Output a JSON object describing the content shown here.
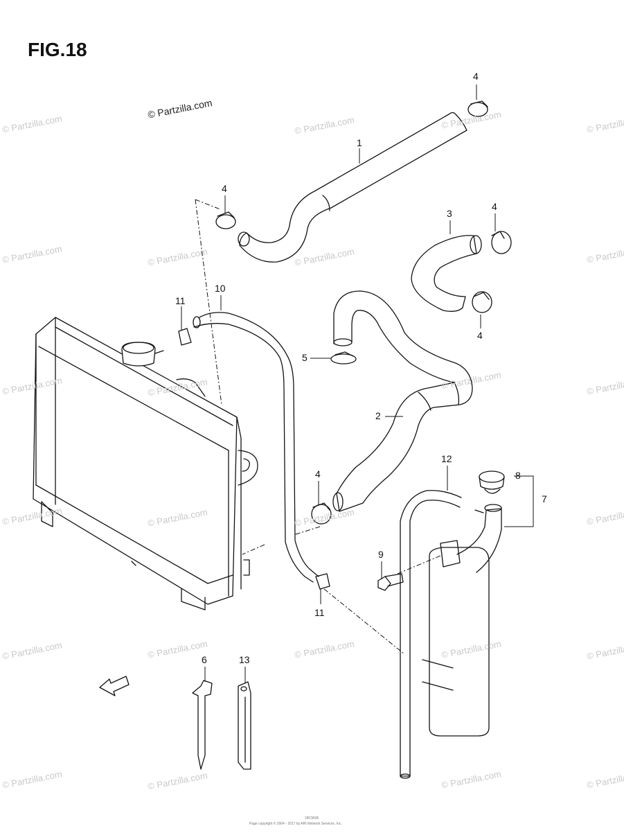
{
  "figure": {
    "title": "FIG.18",
    "brand": "© Partzilla.com",
    "watermark": "© Partzilla.com",
    "fwd_label": "FWD",
    "footer_code": "1BCM1B",
    "footer_copyright": "Page copyright © 2004 - 2017 by ARI Network Services, Inc."
  },
  "callouts": [
    {
      "id": "c4a",
      "text": "4"
    },
    {
      "id": "c1",
      "text": "1"
    },
    {
      "id": "c4b",
      "text": "4"
    },
    {
      "id": "c3",
      "text": "3"
    },
    {
      "id": "c4c",
      "text": "4"
    },
    {
      "id": "c4d",
      "text": "4"
    },
    {
      "id": "c10",
      "text": "10"
    },
    {
      "id": "c11a",
      "text": "11"
    },
    {
      "id": "c5",
      "text": "5"
    },
    {
      "id": "c2",
      "text": "2"
    },
    {
      "id": "c12",
      "text": "12"
    },
    {
      "id": "c8",
      "text": "8"
    },
    {
      "id": "c7",
      "text": "7"
    },
    {
      "id": "c4e",
      "text": "4"
    },
    {
      "id": "c9",
      "text": "9"
    },
    {
      "id": "c11b",
      "text": "11"
    },
    {
      "id": "c6",
      "text": "6"
    },
    {
      "id": "c13",
      "text": "13"
    }
  ]
}
